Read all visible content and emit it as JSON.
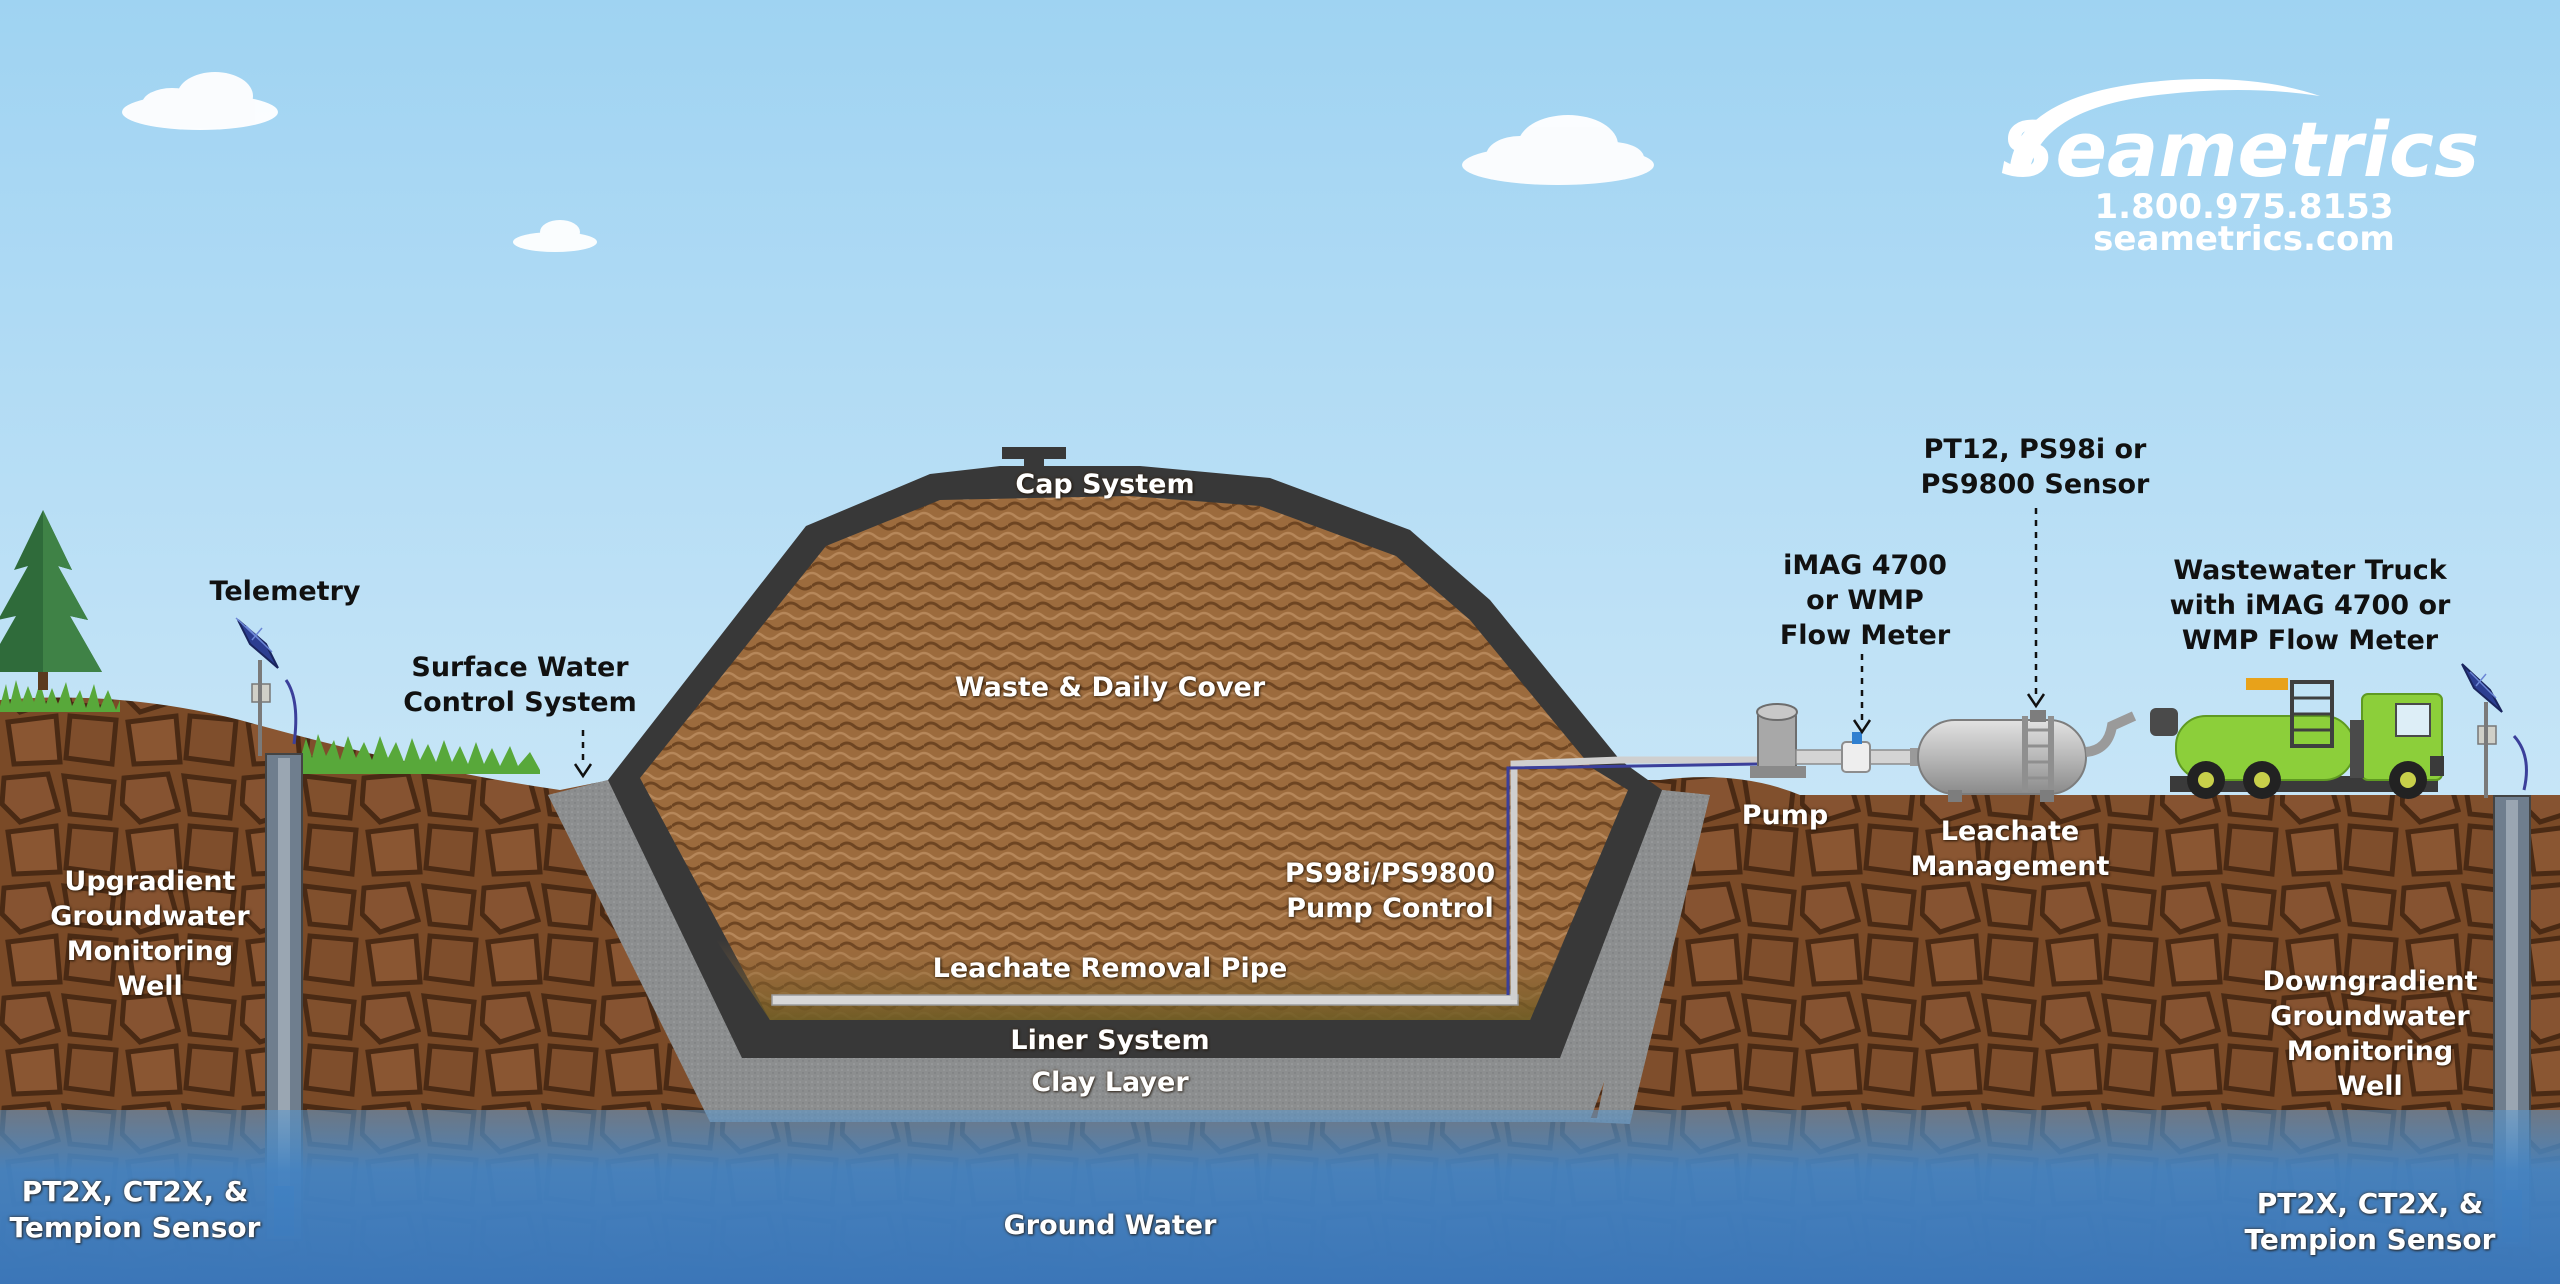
{
  "brand": {
    "name": "Seametrics",
    "phone": "1.800.975.8153",
    "website": "seametrics.com"
  },
  "labels": {
    "cap_system": "Cap System",
    "waste_daily_cover": "Waste & Daily Cover",
    "telemetry": "Telemetry",
    "surface_water": "Surface Water\nControl System",
    "upgradient_well": "Upgradient\nGroundwater\nMonitoring\nWell",
    "downgradient_well": "Downgradient\nGroundwater\nMonitoring\nWell",
    "sensor_left": "PT2X, CT2X, &\nTempion Sensor",
    "sensor_right": "PT2X, CT2X, &\nTempion Sensor",
    "ground_water": "Ground Water",
    "clay_layer": "Clay Layer",
    "liner_system": "Liner System",
    "leachate_pipe": "Leachate Removal Pipe",
    "pump_control": "PS98i/PS9800\nPump Control",
    "pump": "Pump",
    "leachate_management": "Leachate\nManagement",
    "flow_meter": "iMAG 4700\nor WMP\nFlow Meter",
    "tank_sensor": "PT12, PS98i or\nPS9800 Sensor",
    "truck": "Wastewater Truck\nwith iMAG 4700 or\nWMP Flow Meter"
  },
  "colors": {
    "sky_top": "#9fd3f2",
    "sky_bottom": "#d9eef9",
    "soil": "#7a4a27",
    "soil_dark": "#4a2a14",
    "waste": "#9a6a3c",
    "liner": "#383838",
    "clay": "#8e9091",
    "ground_water": "#3f7fc0",
    "truck_green": "#8ccf3a",
    "tank_gray": "#b5b5b5",
    "grass": "#58a83a",
    "tree": "#2f6b3a"
  },
  "icons": {
    "solar_panel": "solar-panel-icon",
    "tree": "pine-tree-icon",
    "truck": "truck-icon",
    "tank": "tank-icon",
    "pump": "pump-icon",
    "flow_meter": "flow-meter-icon",
    "sensor": "sensor-icon",
    "cloud": "cloud-icon"
  }
}
